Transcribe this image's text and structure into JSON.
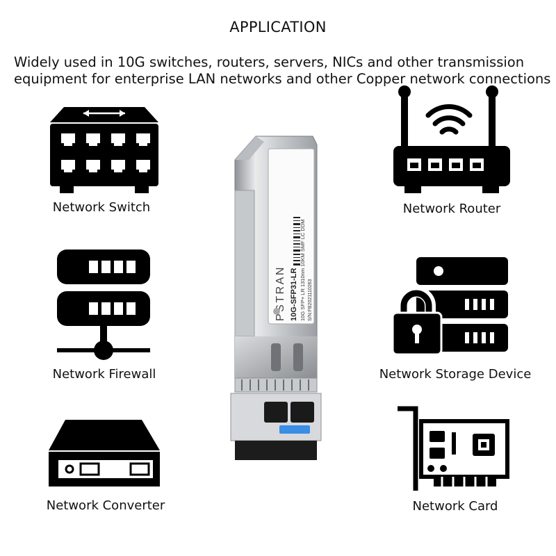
{
  "heading": "APPLICATION",
  "description": {
    "line1": "Widely used in 10G switches, routers, servers, NICs and other transmission",
    "line2": "equipment for enterprise LAN networks and other Copper network connections"
  },
  "devices": {
    "switch": {
      "label": "Network Switch",
      "icon": "network-switch-icon"
    },
    "router": {
      "label": "Network Router",
      "icon": "wifi-router-icon"
    },
    "firewall": {
      "label": "Network Firewall",
      "icon": "server-network-icon"
    },
    "storage": {
      "label": "Network Storage Device",
      "icon": "locked-storage-icon"
    },
    "converter": {
      "label": "Network Converter",
      "icon": "media-converter-icon"
    },
    "card": {
      "label": "Network Card",
      "icon": "network-card-icon"
    }
  },
  "module": {
    "brand": "PSTRAN",
    "model": "10G-SFP31-LR",
    "spec": "10G SFP+ LR 1310nm 10KM SMF LC DDM",
    "serial": "S/N:FB2021110263"
  },
  "colors": {
    "icon": "#000000",
    "accent": "#3a8ee6"
  }
}
